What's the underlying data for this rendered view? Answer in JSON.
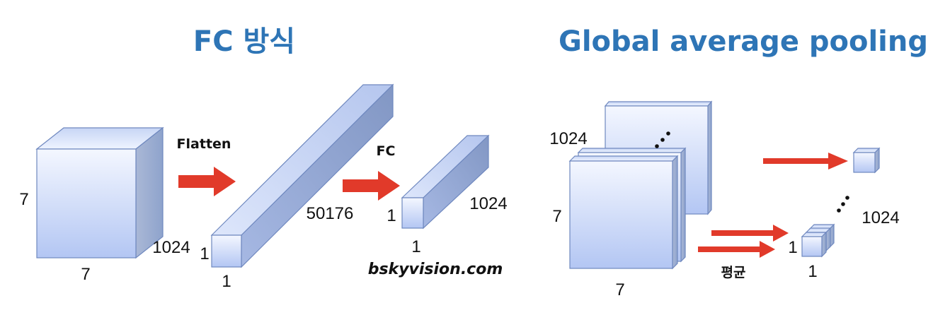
{
  "titles": {
    "left": "FC 방식",
    "right": "Global average pooling"
  },
  "fc": {
    "cube": {
      "height_label": "7",
      "width_label": "7",
      "depth_label": "1024"
    },
    "flatten_label": "Flatten",
    "long_bar": {
      "length_label": "50176",
      "height_label": "1",
      "width_label": "1"
    },
    "fc_label": "FC",
    "short_bar": {
      "length_label": "1024",
      "height_label": "1",
      "width_label": "1"
    }
  },
  "gap": {
    "stack": {
      "channels_label": "1024",
      "height_label": "7",
      "width_label": "7"
    },
    "average_label": "평균",
    "output": {
      "height_label": "1",
      "width_label": "1",
      "channels_label": "1024"
    }
  },
  "watermark": "bskyvision.com",
  "colors": {
    "title": "#2e75b6",
    "arrow": "#e13a2a",
    "face_front": "#c5d5f7",
    "face_side": "#9bb0d4",
    "face_top": "#d6e1f8",
    "edge": "#6f88bf"
  }
}
